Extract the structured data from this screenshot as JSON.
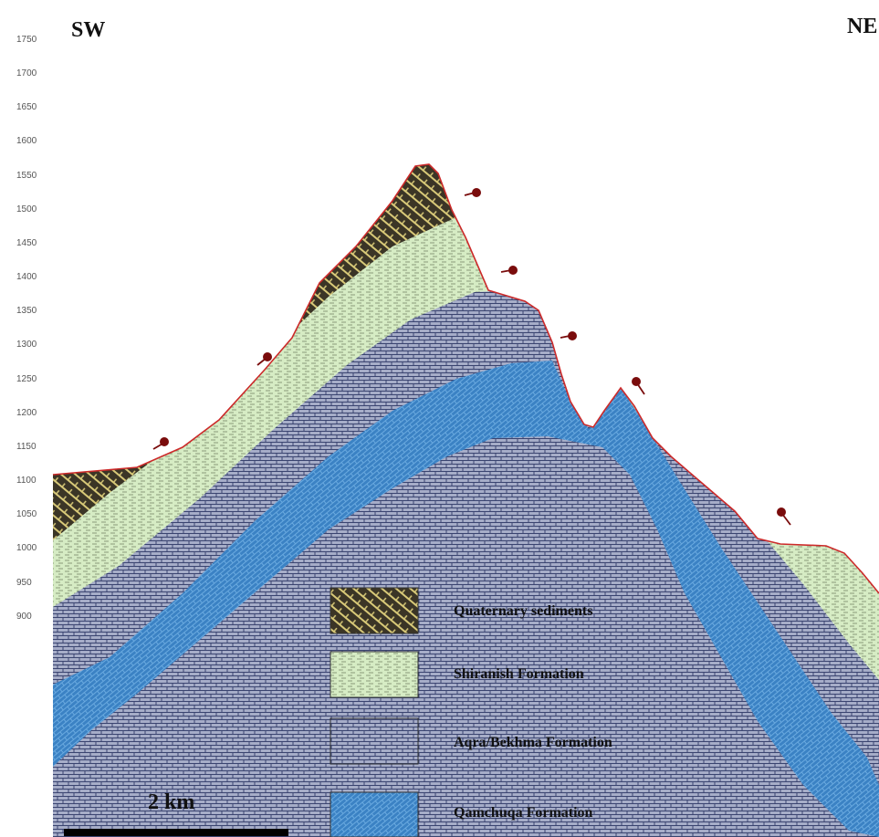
{
  "directions": {
    "left": "SW",
    "right": "NE"
  },
  "elevation_ticks": [
    "1750",
    "1700",
    "1650",
    "1600",
    "1550",
    "1500",
    "1450",
    "1400",
    "1350",
    "1300",
    "1250",
    "1200",
    "1150",
    "1100",
    "1050",
    "1000",
    "950",
    "900"
  ],
  "legend": [
    {
      "id": "quaternary",
      "label": "Quaternary sediments",
      "color": "#3b3526",
      "pattern_color": "#d8c978"
    },
    {
      "id": "shiranish",
      "label": "Shiranish Formation",
      "color": "#d6ecc4",
      "pattern_color": "#8a9a7a"
    },
    {
      "id": "aqra",
      "label": "Aqra/Bekhma Formation",
      "color": "#a6adc8",
      "pattern_color": "#3a4470"
    },
    {
      "id": "qamchuqa",
      "label": "Qamchuqa Formation",
      "color": "#3b82c4",
      "pattern_color": "#6aaae0"
    }
  ],
  "scale_bar": {
    "label": "2 km"
  },
  "colors": {
    "surface_line": "#cc2a2a",
    "dip_symbol": "#7a0c0c"
  },
  "dip_symbols": [
    "dip-1",
    "dip-2",
    "dip-3",
    "dip-4",
    "dip-5",
    "dip-6",
    "dip-7"
  ]
}
